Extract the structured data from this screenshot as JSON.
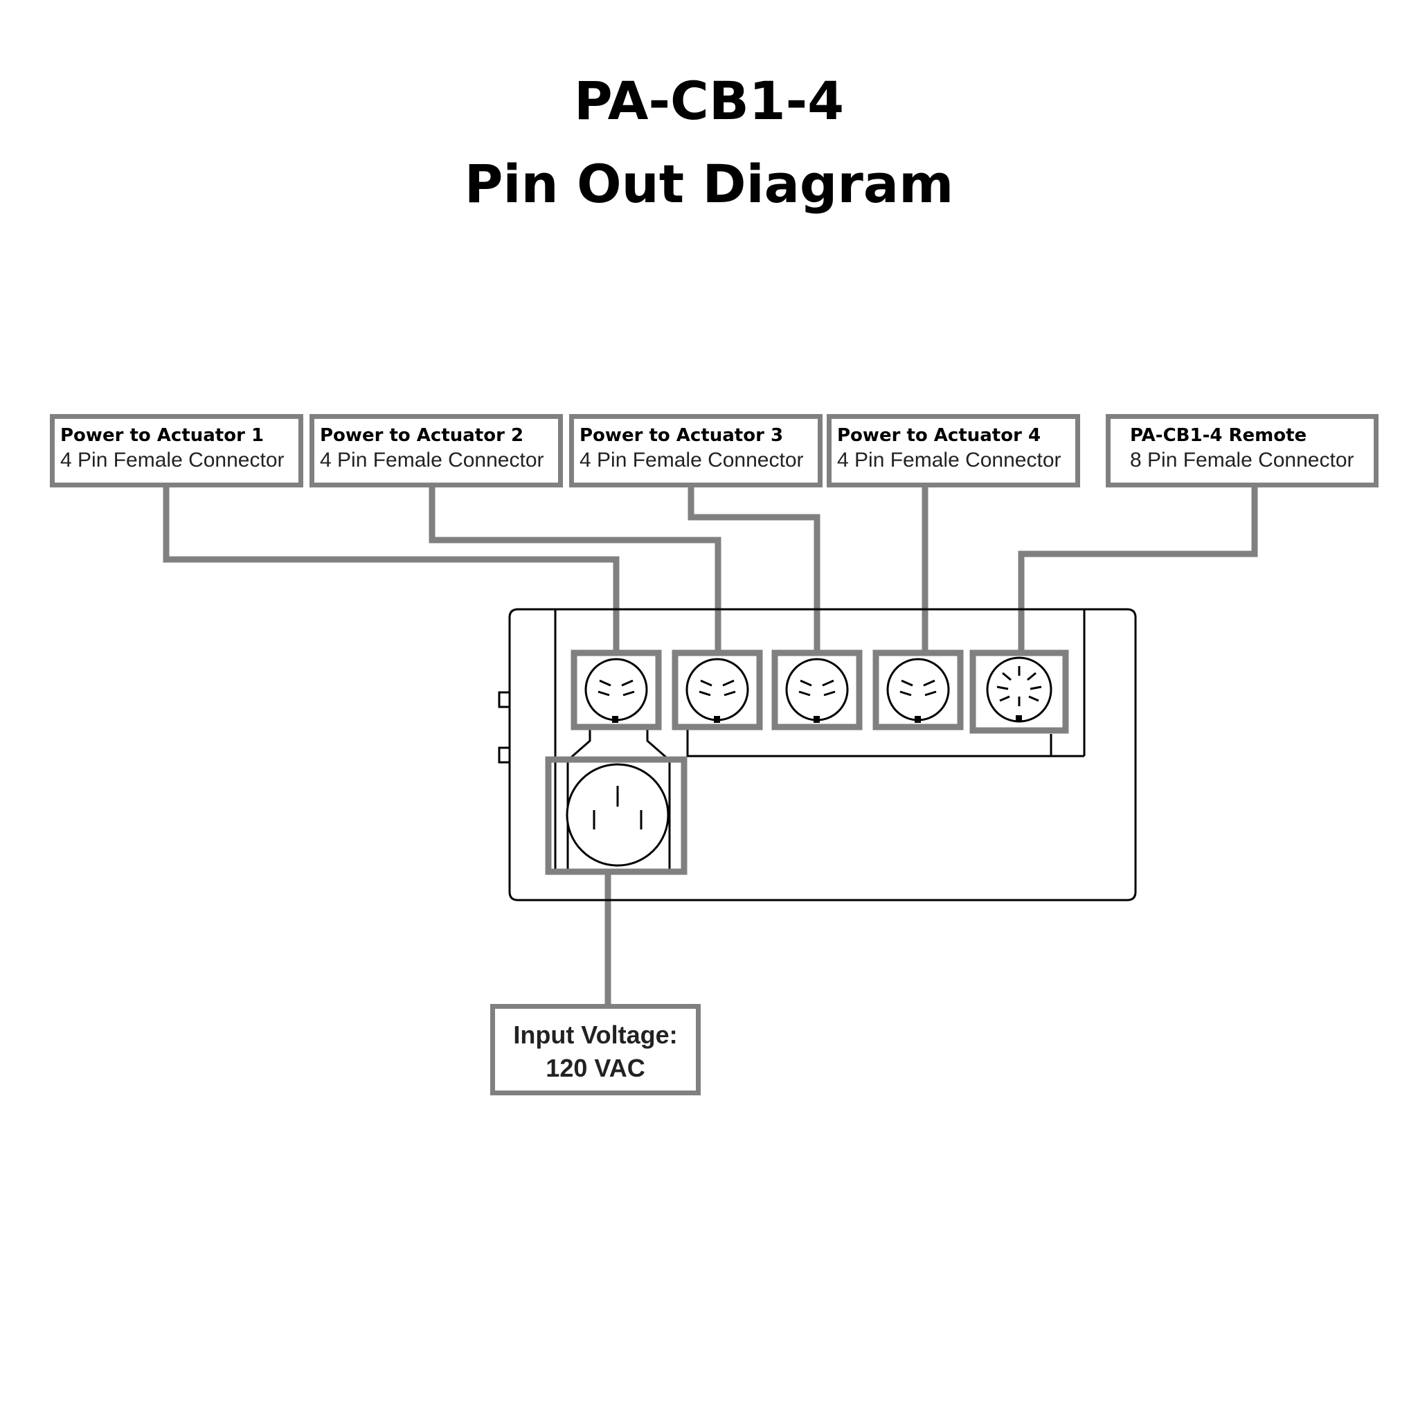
{
  "title": {
    "line1": "PA-CB1-4",
    "line2": "Pin Out Diagram"
  },
  "labels": {
    "actuator1": {
      "name": "Power to Actuator 1",
      "type": "4 Pin Female Connector"
    },
    "actuator2": {
      "name": "Power to Actuator 2",
      "type": "4 Pin Female Connector"
    },
    "actuator3": {
      "name": "Power to Actuator 3",
      "type": "4 Pin Female Connector"
    },
    "actuator4": {
      "name": "Power to Actuator 4",
      "type": "4 Pin Female Connector"
    },
    "remote": {
      "name": "PA-CB1-4  Remote",
      "type": "8 Pin Female Connector"
    },
    "input": {
      "line1": "Input Voltage:",
      "line2": "120 VAC"
    }
  },
  "colors": {
    "leader": "#808080",
    "outline": "#000000",
    "background": "#ffffff"
  }
}
